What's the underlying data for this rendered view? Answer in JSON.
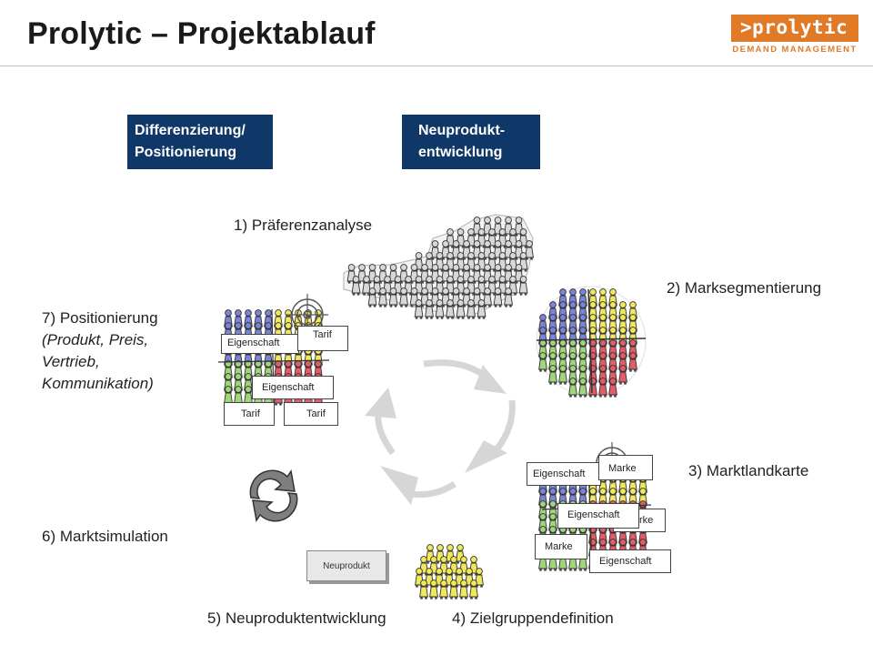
{
  "header": {
    "title": "Prolytic – Projektablauf",
    "logo_text": "prolytic",
    "logo_tagline": "DEMAND MANAGEMENT"
  },
  "categories": {
    "differentiation": "Differenzierung/ Positionierung",
    "new_product": "Neuprodukt-entwicklung",
    "differentiation_lines": [
      "Differenzierung/",
      "Positionierung"
    ],
    "new_product_lines": [
      "Neuprodukt-",
      "entwicklung"
    ]
  },
  "steps": {
    "s1": "1) Präferenzanalyse",
    "s2": "2) Marksegmentierung",
    "s3": "3) Marktlandkarte",
    "s4": "4) Zielgruppendefinition",
    "s5": "5) Neuproduktentwicklung",
    "s6": "6) Marktsimulation",
    "s7_title": "7) Positionierung",
    "s7_sub": [
      "(Produkt, Preis,",
      "Vertrieb,",
      "Kommunikation)"
    ]
  },
  "labels": {
    "eigenschaft": "Eigenschaft",
    "tarif": "Tarif",
    "marke": "Marke",
    "marke_partial": "rke",
    "neuprodukt": "Neuprodukt"
  },
  "colors": {
    "navy": "#0f3768",
    "brand_orange": "#e07a26",
    "arrow_gray": "#d6d6d6",
    "person_blue": "#7b84d6",
    "person_yellow": "#f1e85c",
    "person_green": "#9fd67a",
    "person_red": "#e35d67",
    "person_gray": "#d8d8d8"
  }
}
